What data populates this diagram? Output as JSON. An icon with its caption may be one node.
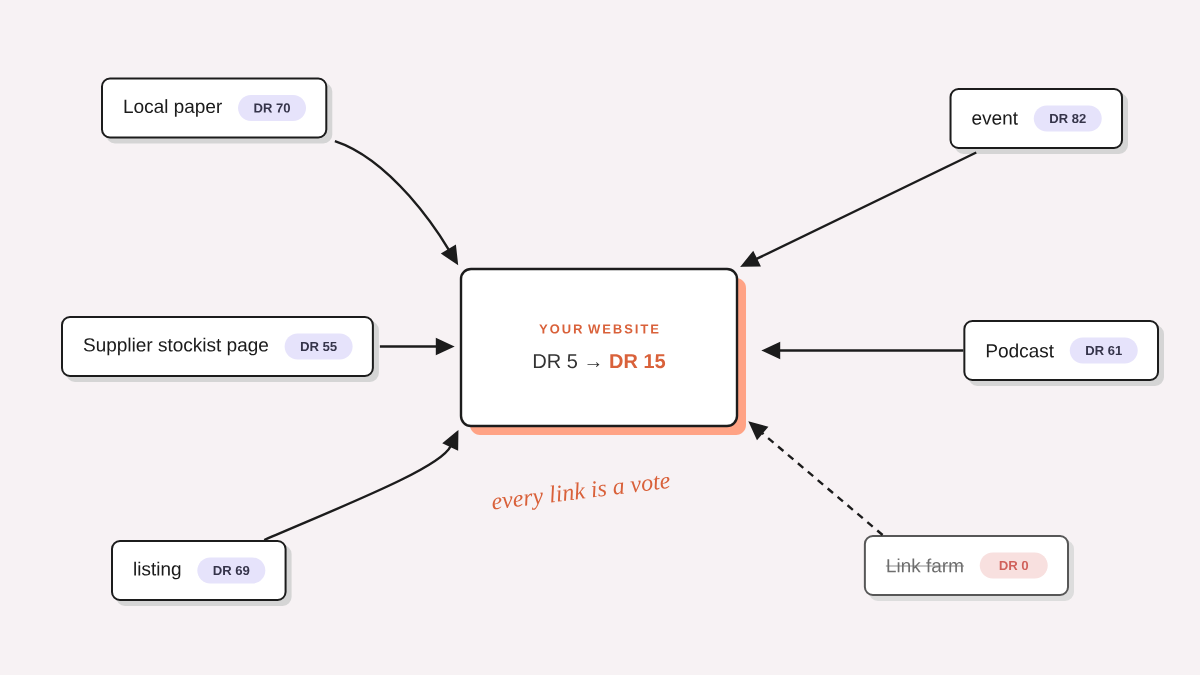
{
  "diagram": {
    "nodes": [
      {
        "text": [
          "Local paper"
        ]
      },
      {
        "text": [
          "DR 70"
        ],
        "in": 0
      },
      {
        "text": [
          "event"
        ]
      },
      {
        "text": [
          "DR 82"
        ],
        "in": 2
      },
      {
        "text": [
          "Supplier stockist page"
        ]
      },
      {
        "text": [
          "DR 55"
        ],
        "in": 4
      },
      {
        "text": [
          "YOUR WEBSITE",
          "DR 5 →",
          "DR 15"
        ]
      },
      {
        "text": [
          "Podcast"
        ]
      },
      {
        "text": [
          "DR 61"
        ],
        "in": 7
      },
      {
        "text": [
          "listing"
        ]
      },
      {
        "text": [
          "DR 69"
        ],
        "in": 9
      },
      {
        "text": [
          "Link farm"
        ]
      },
      {
        "text": [
          "DR 0"
        ],
        "in": 11
      }
    ],
    "edges": [
      {
        "from": 0,
        "to": 6,
        "arrow": "to"
      },
      {
        "from": 2,
        "to": 6,
        "arrow": "to"
      },
      {
        "from": 4,
        "to": 6,
        "arrow": "to"
      },
      {
        "from": 7,
        "to": 6,
        "arrow": "to"
      },
      {
        "from": 9,
        "to": 6,
        "arrow": "to"
      },
      {
        "from": 11,
        "to": 6,
        "arrow": "to",
        "style": "dashed"
      }
    ],
    "labels": [
      "every link is a vote"
    ]
  }
}
